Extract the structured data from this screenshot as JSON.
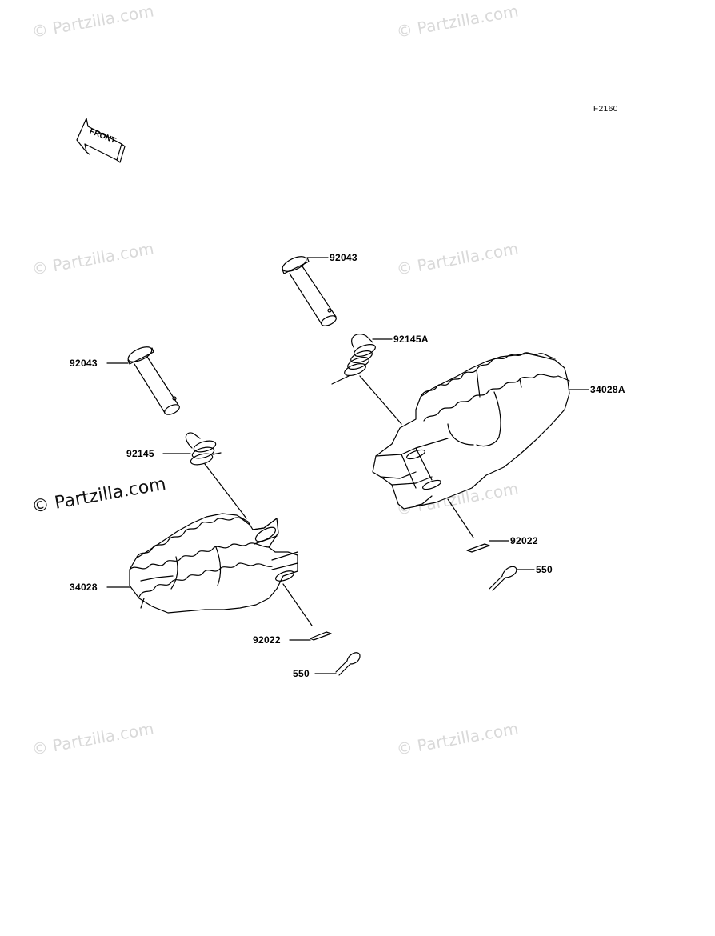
{
  "diagram": {
    "code": "F2160",
    "front_arrow_text": "FRONT",
    "watermark": "© Partzilla.com",
    "watermark_prominent": "© Partzilla.com",
    "callouts": [
      {
        "id": "c-92043-right",
        "label": "92043"
      },
      {
        "id": "c-92145A",
        "label": "92145A"
      },
      {
        "id": "c-34028A",
        "label": "34028A"
      },
      {
        "id": "c-92022-right",
        "label": "92022"
      },
      {
        "id": "c-550-right",
        "label": "550"
      },
      {
        "id": "c-92043-left",
        "label": "92043"
      },
      {
        "id": "c-92145",
        "label": "92145"
      },
      {
        "id": "c-34028",
        "label": "34028"
      },
      {
        "id": "c-92022-left",
        "label": "92022"
      },
      {
        "id": "c-550-left",
        "label": "550"
      }
    ]
  }
}
